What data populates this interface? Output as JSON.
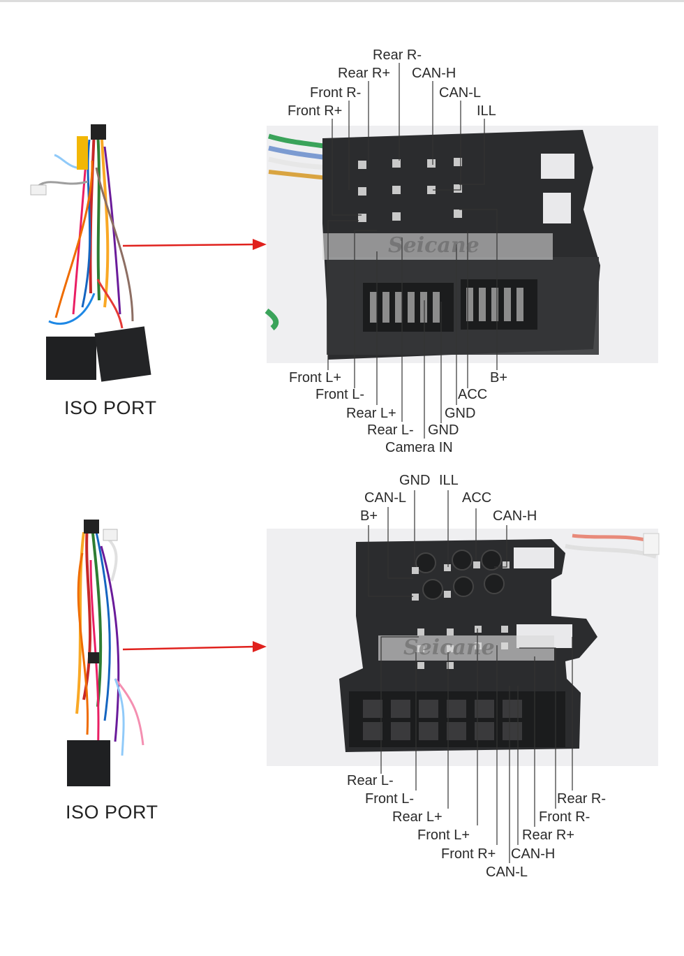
{
  "panel_1": {
    "port_label": "ISO PORT",
    "watermark": "Seicane",
    "top_labels": [
      "Rear R-",
      "Rear R+",
      "CAN-H",
      "Front R-",
      "CAN-L",
      "Front R+",
      "ILL"
    ],
    "bottom_labels": [
      "Front L+",
      "B+",
      "Front L-",
      "ACC",
      "Rear L+",
      "GND",
      "Rear L-",
      "GND",
      "Camera IN"
    ]
  },
  "panel_2": {
    "port_label": "ISO PORT",
    "watermark": "Seicane",
    "top_labels": [
      "GND",
      "ILL",
      "CAN-L",
      "ACC",
      "B+",
      "CAN-H"
    ],
    "bottom_labels": [
      "Rear L-",
      "Front L-",
      "Rear R-",
      "Rear L+",
      "Front R-",
      "Front L+",
      "Rear R+",
      "Front R+",
      "CAN-H",
      "CAN-L"
    ]
  },
  "colors": {
    "arrow": "#e0211d",
    "connector": "#2b2c2e",
    "leader_line": "#333333"
  }
}
